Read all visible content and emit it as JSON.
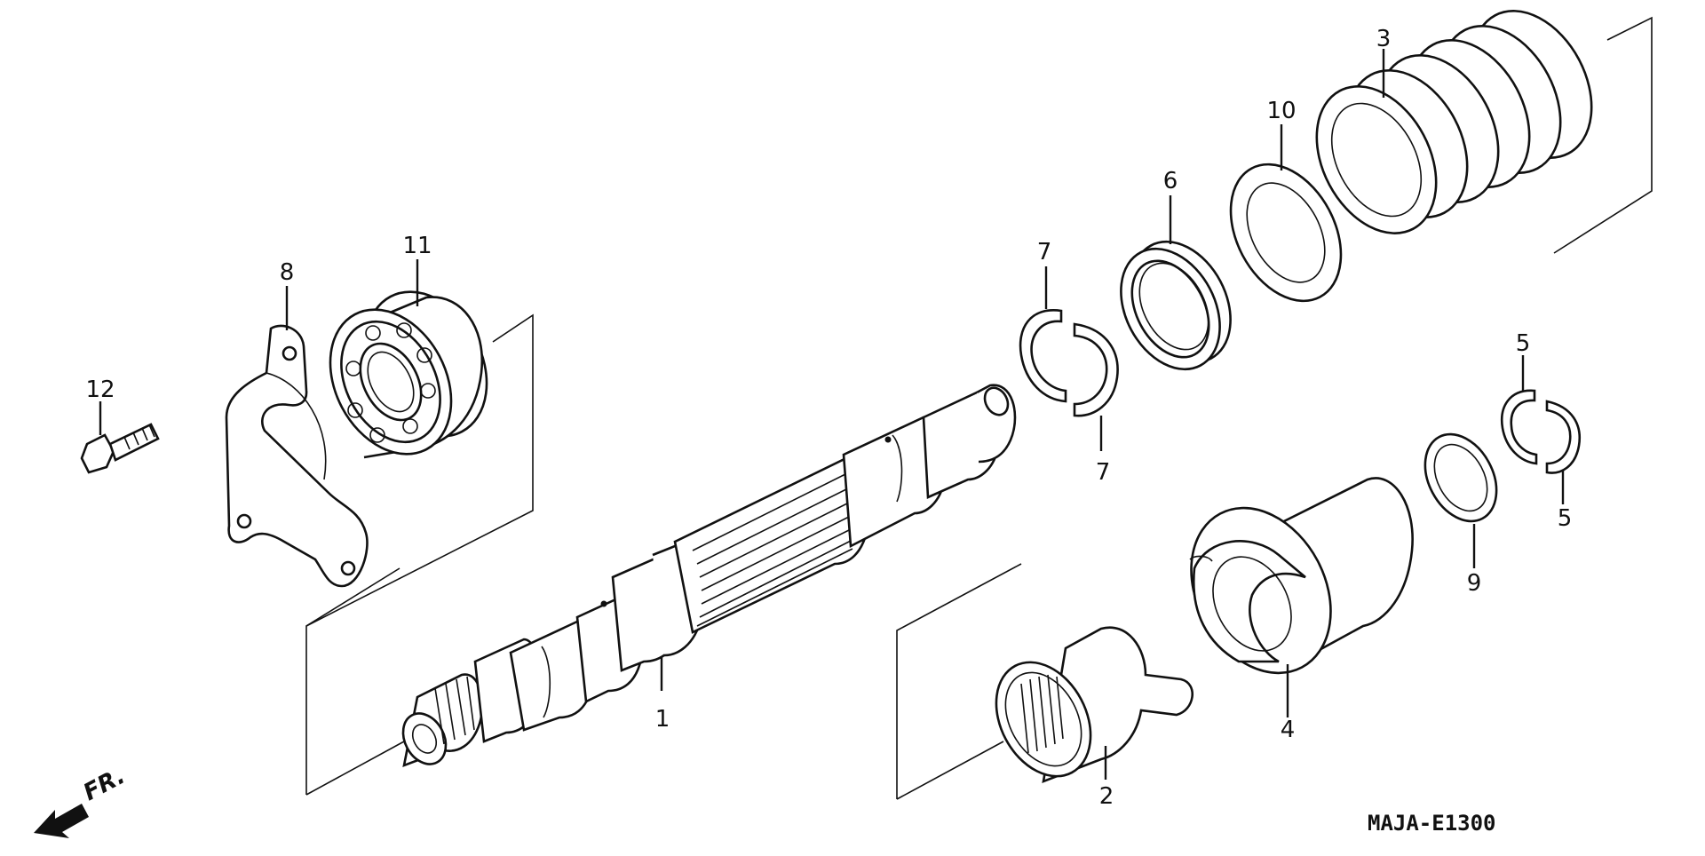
{
  "diagram": {
    "drawing_code": "MAJA-E1300",
    "direction_label": "FR.",
    "parts": [
      {
        "ref": "1"
      },
      {
        "ref": "2"
      },
      {
        "ref": "3"
      },
      {
        "ref": "4"
      },
      {
        "ref": "5"
      },
      {
        "ref": "5"
      },
      {
        "ref": "6"
      },
      {
        "ref": "7"
      },
      {
        "ref": "7"
      },
      {
        "ref": "8"
      },
      {
        "ref": "9"
      },
      {
        "ref": "10"
      },
      {
        "ref": "11"
      },
      {
        "ref": "12"
      }
    ]
  }
}
